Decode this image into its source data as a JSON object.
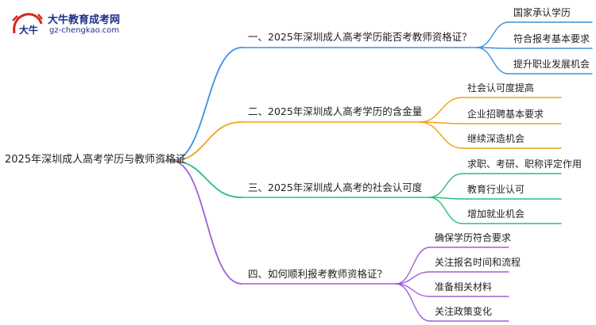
{
  "logo": {
    "title": "大牛教育成考网",
    "url": "gz-chengkao.com",
    "glyph": "大牛"
  },
  "root": {
    "label": "2025年深圳成人高考学历与教师资格证"
  },
  "colors": {
    "branch1": "#3d8fe0",
    "branch2": "#f0a215",
    "branch3": "#2bbf7e",
    "branch4": "#a25ed8",
    "root_edge": "#8a8a8a",
    "logo_red": "#d7261f",
    "logo_blue": "#1d2f8a"
  },
  "branches": [
    {
      "label": "一、2025年深圳成人高考学历能否考教师资格证？",
      "leaves": [
        "国家承认学历",
        "符合报考基本要求",
        "提升职业发展机会"
      ]
    },
    {
      "label": "二、2025年深圳成人高考学历的含金量",
      "leaves": [
        "社会认可度提高",
        "企业招聘基本要求",
        "继续深造机会"
      ]
    },
    {
      "label": "三、2025年深圳成人高考的社会认可度",
      "leaves": [
        "求职、考研、职称评定作用",
        "教育行业认可",
        "增加就业机会"
      ]
    },
    {
      "label": "四、如何顺利报考教师资格证？",
      "leaves": [
        "确保学历符合要求",
        "关注报名时间和流程",
        "准备相关材料",
        "关注政策变化"
      ]
    }
  ]
}
